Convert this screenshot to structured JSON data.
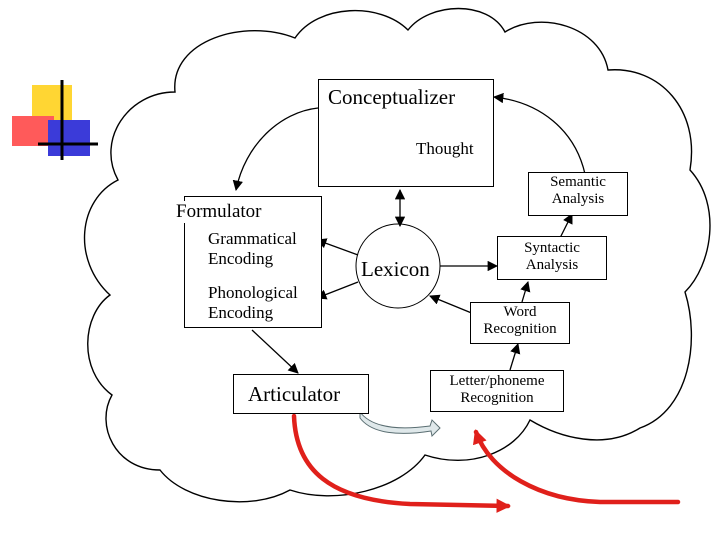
{
  "nodes": {
    "conceptualizer": "Conceptualizer",
    "thought": "Thought",
    "formulator": "Formulator",
    "grammatical_encoding": [
      "Grammatical",
      "Encoding"
    ],
    "phonological_encoding": [
      "Phonological",
      "Encoding"
    ],
    "lexicon": "Lexicon",
    "articulator": "Articulator",
    "semantic_analysis": [
      "Semantic",
      "Analysis"
    ],
    "syntactic_analysis": [
      "Syntactic",
      "Analysis"
    ],
    "word_recognition": [
      "Word",
      "Recognition"
    ],
    "letter_phoneme_recognition": [
      "Letter/phoneme",
      "Recognition"
    ]
  },
  "colors": {
    "feedback_arrow": "#e0201b",
    "logo_yellow": "#ffd633",
    "logo_red": "#ff5a5a",
    "logo_blue": "#3b3bd9"
  }
}
